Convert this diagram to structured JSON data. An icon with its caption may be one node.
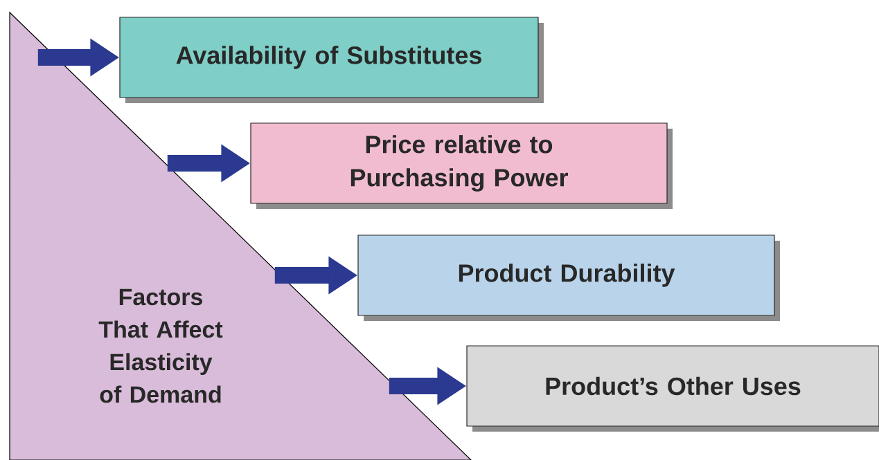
{
  "diagram": {
    "nodes": [
      {
        "text": [
          "Factors That Affect Elasticity of Demand"
        ]
      },
      {
        "text": [
          "Availability of Substitutes"
        ]
      },
      {
        "text": [
          "Price relative to Purchasing Power"
        ]
      },
      {
        "text": [
          "Product Durability"
        ]
      },
      {
        "text": [
          "Product’s Other Uses"
        ]
      }
    ],
    "edges": [
      {
        "from": 0,
        "to": 1,
        "arrow": "to"
      },
      {
        "from": 0,
        "to": 2,
        "arrow": "to"
      },
      {
        "from": 0,
        "to": 3,
        "arrow": "to"
      },
      {
        "from": 0,
        "to": 4,
        "arrow": "to"
      }
    ]
  }
}
